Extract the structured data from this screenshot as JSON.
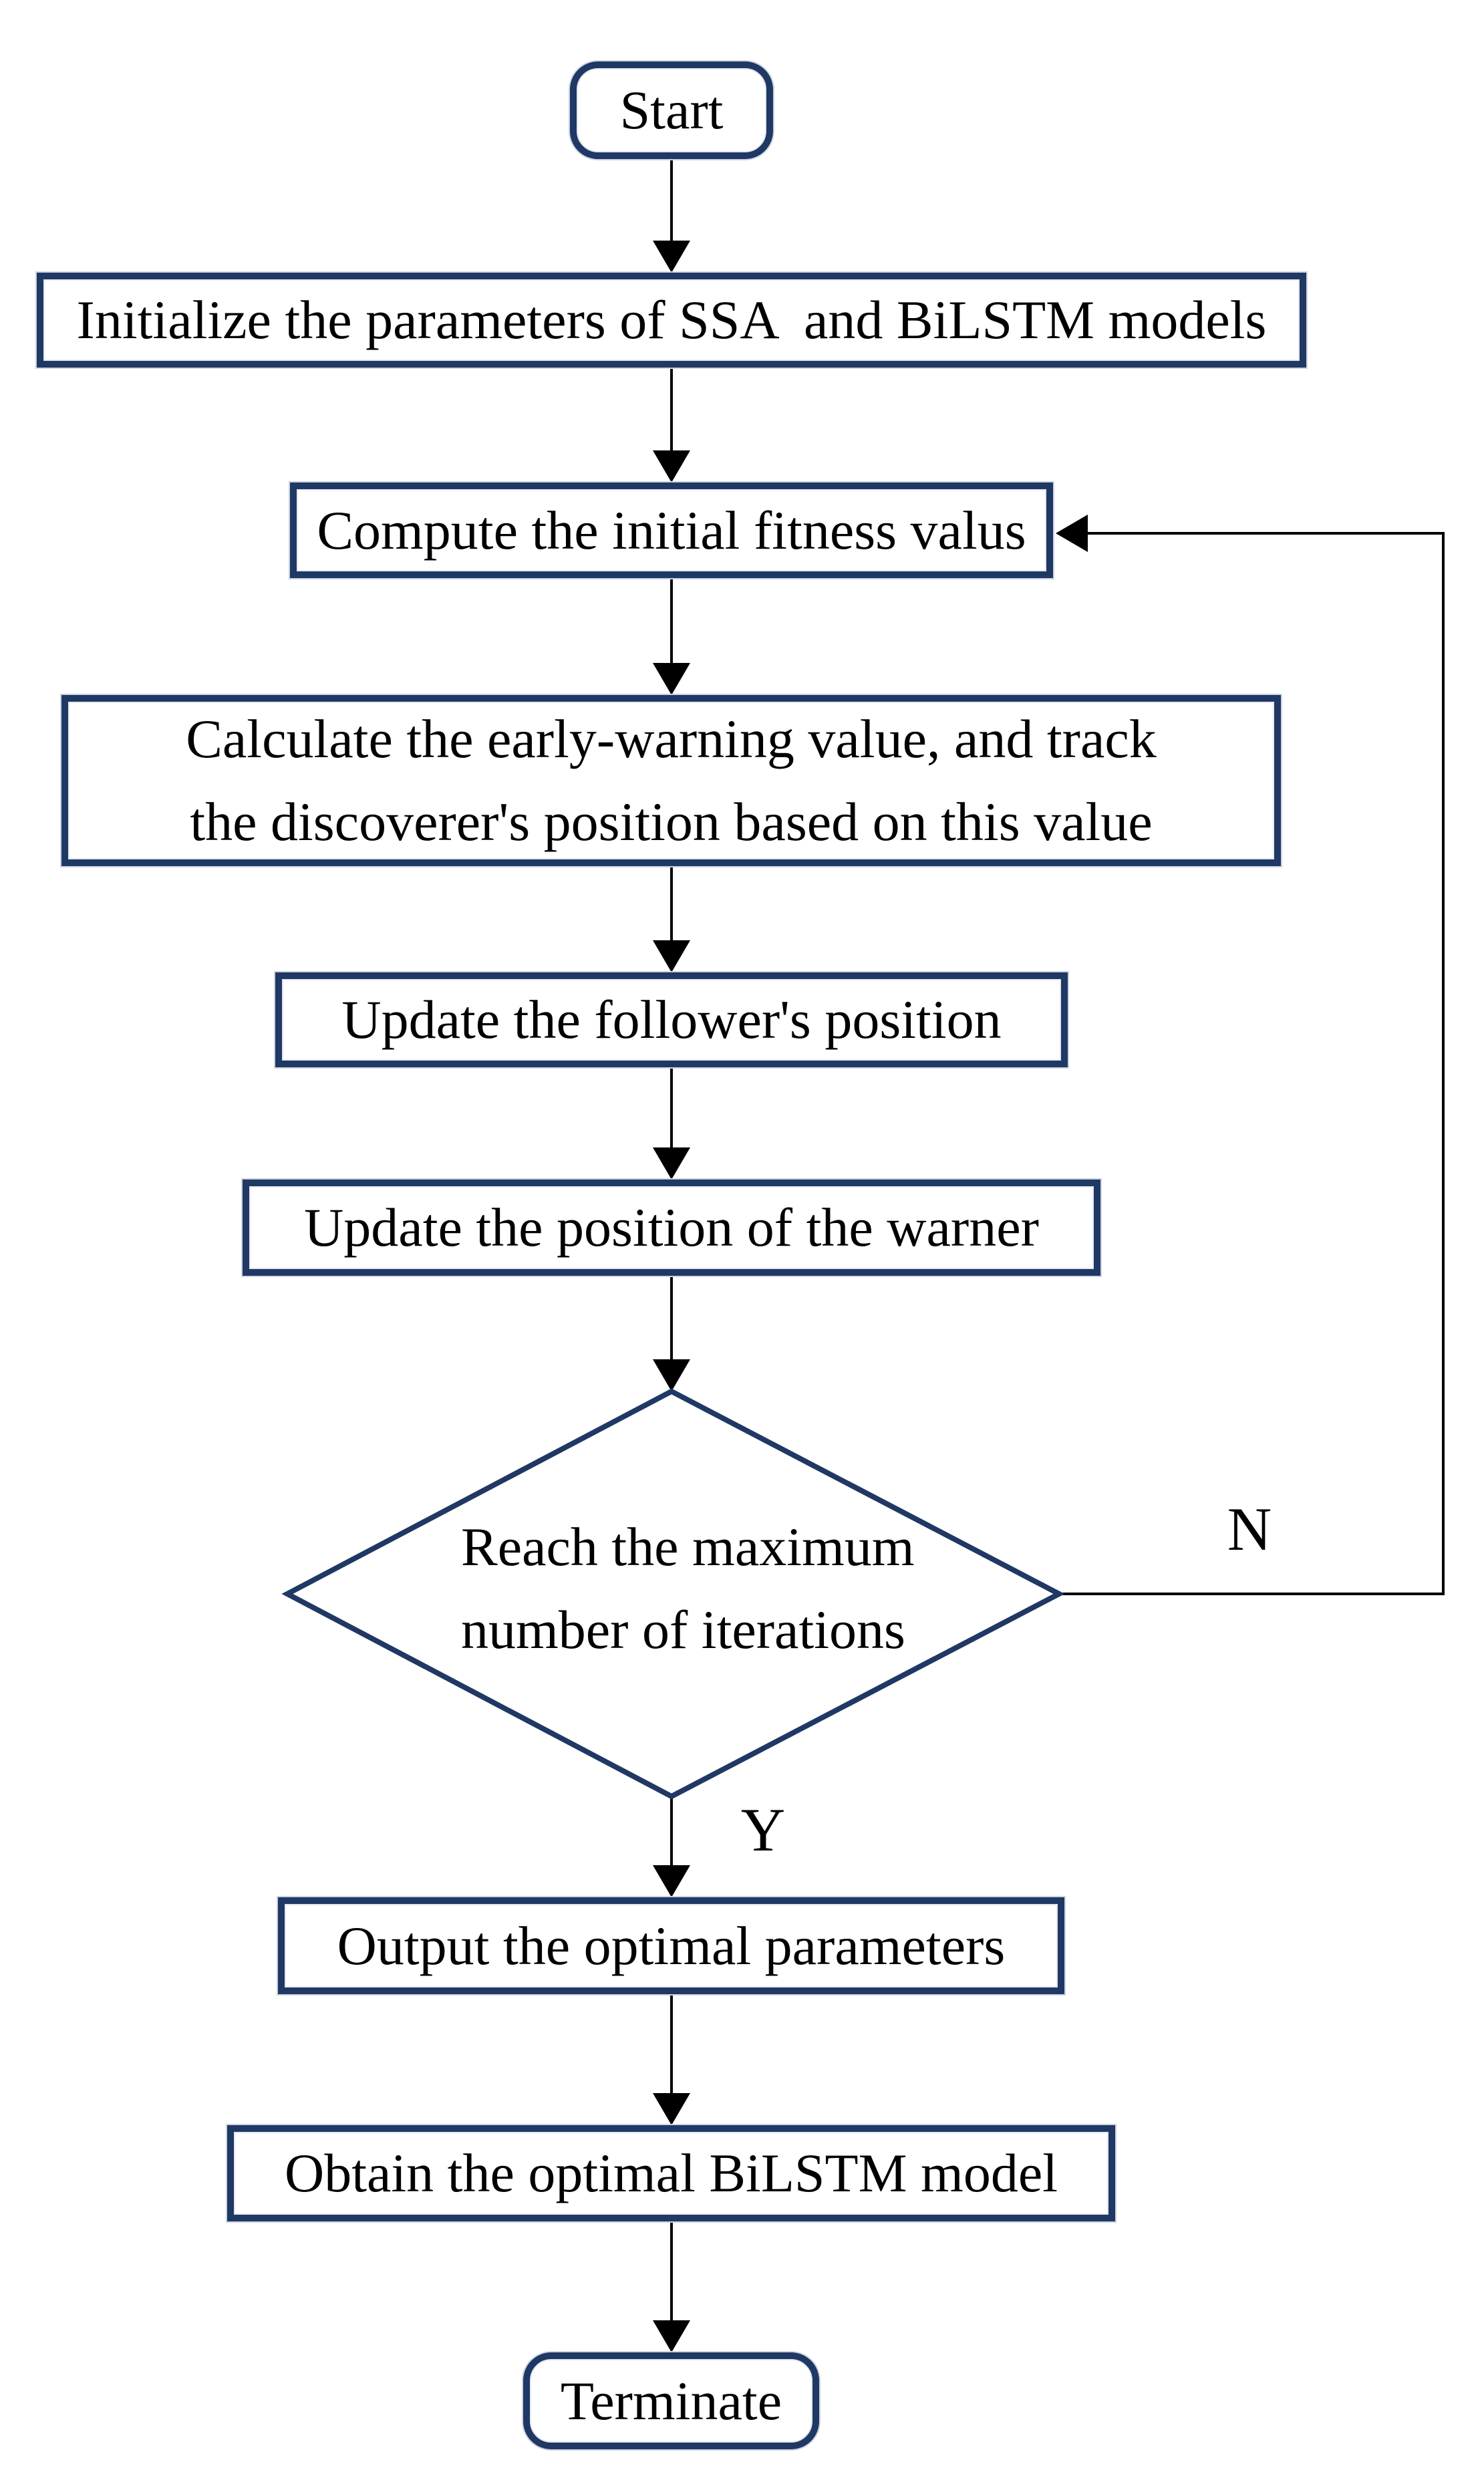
{
  "flowchart": {
    "background": "#ffffff",
    "colors": {
      "shape_border": "#1f3864",
      "arrow": "#000000",
      "text": "#000000"
    },
    "nodes": {
      "start": {
        "label": "Start"
      },
      "initialize": {
        "label": "Initialize the parameters of SSA  and BiLSTM models"
      },
      "compute_fitness": {
        "label": "Compute the initial fitness valus"
      },
      "early_warning": {
        "line1": "Calculate the early-warning value, and track",
        "line2": "the discoverer's position based on this value"
      },
      "update_follower": {
        "label": "Update the follower's position"
      },
      "update_warner": {
        "label": "Update the position of the warner"
      },
      "decision": {
        "line1": "Reach the maximum",
        "line2": "number of iterations"
      },
      "output_parameters": {
        "label": "Output the optimal parameters"
      },
      "obtain_model": {
        "label": "Obtain the optimal BiLSTM model"
      },
      "terminate": {
        "label": "Terminate"
      }
    },
    "edge_labels": {
      "no": "N",
      "yes": "Y"
    }
  }
}
